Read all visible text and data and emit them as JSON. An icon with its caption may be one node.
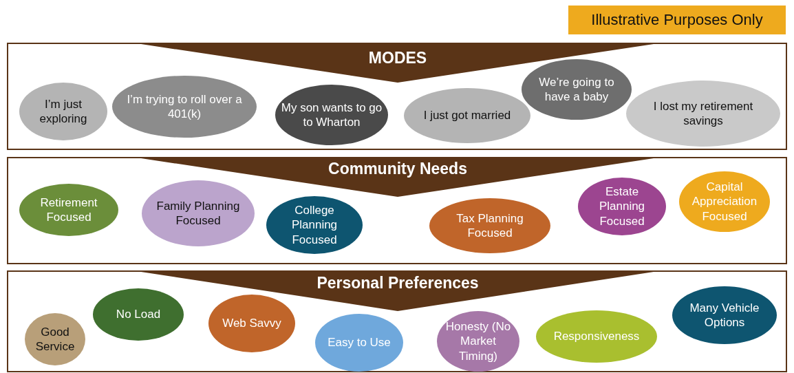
{
  "diagram": {
    "nodes": [
      {
        "text": [
          "Illustrative Purposes Only"
        ]
      },
      {
        "text": [
          "MODES"
        ]
      },
      {
        "text": [
          "I’m just exploring"
        ],
        "in": 1
      },
      {
        "text": [
          "I’m trying to roll over a 401(k)"
        ],
        "in": 1
      },
      {
        "text": [
          "My son wants to go to Wharton"
        ],
        "in": 1
      },
      {
        "text": [
          "I just got married"
        ],
        "in": 1
      },
      {
        "text": [
          "We’re going to have a baby"
        ],
        "in": 1
      },
      {
        "text": [
          "I lost my retirement savings"
        ],
        "in": 1
      },
      {
        "text": [
          "Community Needs"
        ]
      },
      {
        "text": [
          "Retirement Focused"
        ],
        "in": 8
      },
      {
        "text": [
          "Family Planning Focused"
        ],
        "in": 8
      },
      {
        "text": [
          "College Planning Focused"
        ],
        "in": 8
      },
      {
        "text": [
          "Tax Planning Focused"
        ],
        "in": 8
      },
      {
        "text": [
          "Estate Planning Focused"
        ],
        "in": 8
      },
      {
        "text": [
          "Capital Appreciation Focused"
        ],
        "in": 8
      },
      {
        "text": [
          "Personal Preferences"
        ]
      },
      {
        "text": [
          "Good Service"
        ],
        "in": 15
      },
      {
        "text": [
          "No Load"
        ],
        "in": 15
      },
      {
        "text": [
          "Web Savvy"
        ],
        "in": 15
      },
      {
        "text": [
          "Easy to Use"
        ],
        "in": 15
      },
      {
        "text": [
          "Honesty (No Market Timing)"
        ],
        "in": 15
      },
      {
        "text": [
          "Responsiveness"
        ],
        "in": 15
      },
      {
        "text": [
          "Many Vehicle Options"
        ],
        "in": 15
      }
    ]
  }
}
